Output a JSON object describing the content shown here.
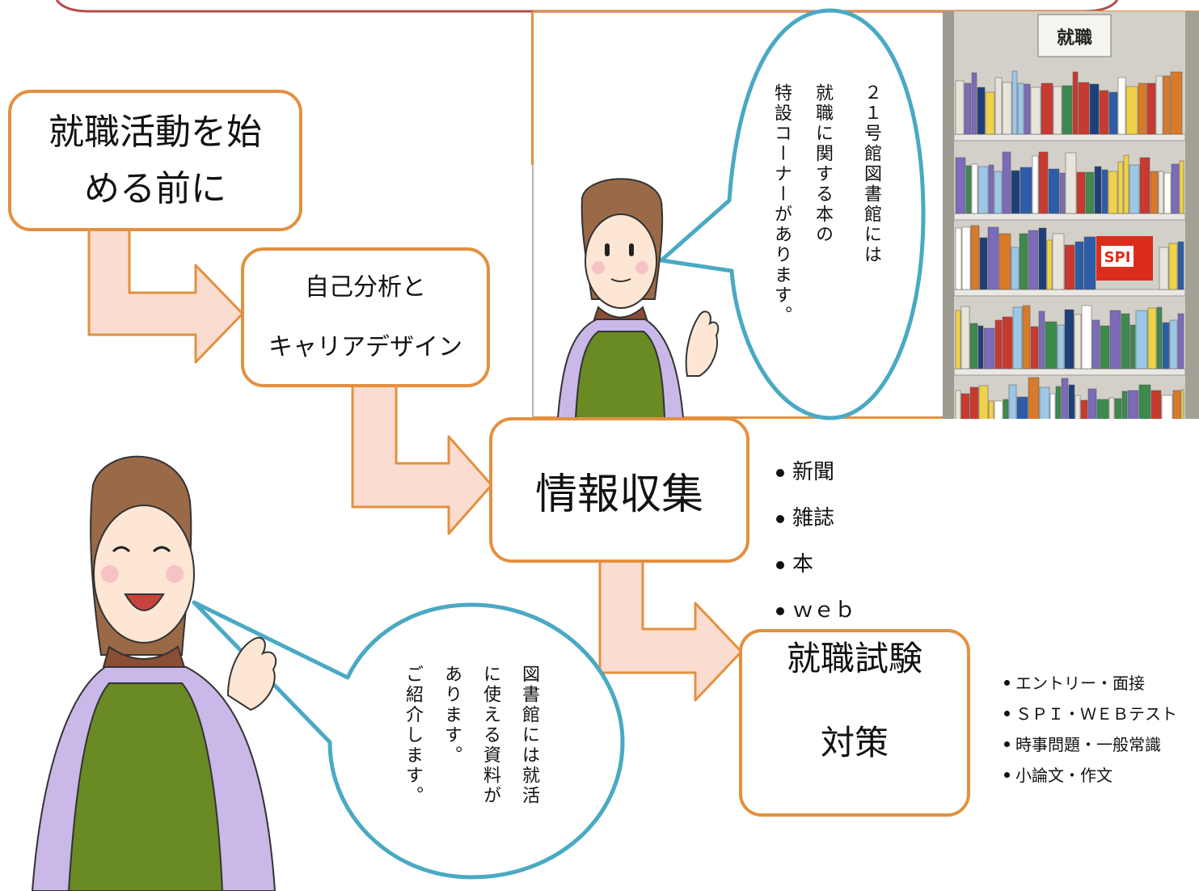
{
  "steps": {
    "start": {
      "line1": "就職活動を始",
      "line2": "める前に"
    },
    "self_analysis": {
      "line1": "自己分析と",
      "line2": "キャリアデザイン"
    },
    "info": {
      "label": "情報収集"
    },
    "exam": {
      "line1": "就職試験",
      "line2": "対策"
    }
  },
  "info_sources": [
    "新聞",
    "雑誌",
    "本",
    "ｗｅｂ"
  ],
  "exam_topics": [
    "エントリー・面接",
    "ＳＰＩ・ＷＥＢテスト",
    "時事問題・一般常識",
    "小論文・作文"
  ],
  "bubble_top": {
    "lines": [
      "２１号館図書館には",
      "就職に関する本の",
      "特設コーナーがあります。"
    ]
  },
  "bubble_bottom": {
    "lines": [
      "図書館には就活",
      "に使える資料が",
      "あります。",
      "ご紹介します。"
    ]
  },
  "photo": {
    "sign": "就職",
    "book_label": "SPI"
  },
  "colors": {
    "box_border": "#e3903f",
    "arrow_fill": "#fbdcd0",
    "arrow_stroke": "#e3903f",
    "bubble": "#4aa9c3",
    "apron": "#6a8a23",
    "sleeve": "#c9b8e8",
    "hair": "#9a6a48"
  }
}
